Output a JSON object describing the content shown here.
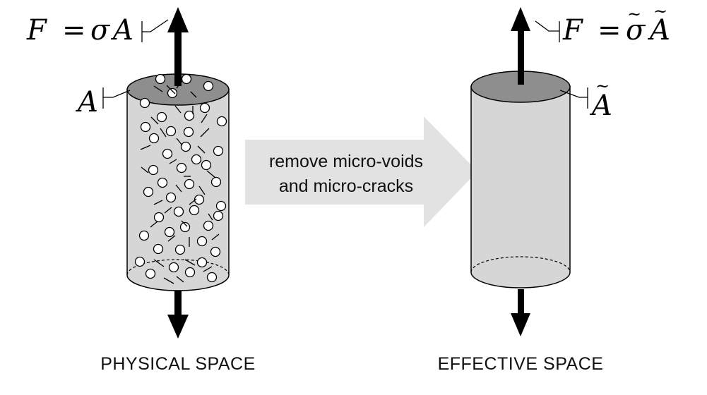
{
  "labels": {
    "left_force": {
      "f": "F",
      "eq": "=",
      "sigma": "σ",
      "a": "A"
    },
    "left_area": "A",
    "right_force": {
      "f": "F",
      "eq": "=",
      "sigma": "σ",
      "a": "A",
      "tilde": "~"
    },
    "right_area": "A",
    "right_area_tilde": "~",
    "arrow_line1": "remove micro-voids",
    "arrow_line2": "and micro-cracks",
    "caption_left": "PHYSICAL SPACE",
    "caption_right": "EFFECTIVE SPACE"
  },
  "colors": {
    "body_fill": "#d6d6d6",
    "top_fill": "#8e8e8e",
    "arrow_fill": "#e2e2e2",
    "stroke": "#000000"
  }
}
